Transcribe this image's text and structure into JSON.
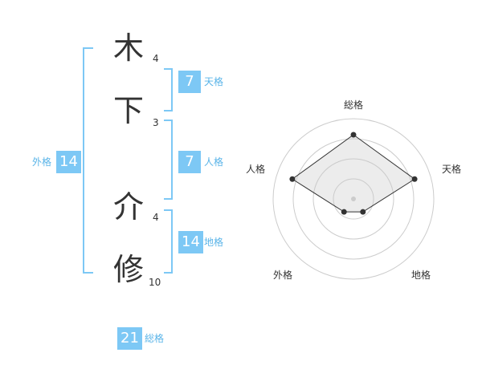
{
  "name": {
    "characters": [
      {
        "char": "木",
        "strokes": "4"
      },
      {
        "char": "下",
        "strokes": "3"
      },
      {
        "char": "介",
        "strokes": "4"
      },
      {
        "char": "修",
        "strokes": "10"
      }
    ]
  },
  "kakusu": {
    "tenkaku": {
      "value": "7",
      "label": "天格"
    },
    "jinkaku": {
      "value": "7",
      "label": "人格"
    },
    "chikaku": {
      "value": "14",
      "label": "地格"
    },
    "gaikaku": {
      "value": "14",
      "label": "外格"
    },
    "soukaku": {
      "value": "21",
      "label": "総格"
    }
  },
  "colors": {
    "accent": "#7dc8f5",
    "label": "#5ab4e8",
    "text": "#333333"
  },
  "chart_data": {
    "type": "radar",
    "axes": [
      "総格",
      "天格",
      "地格",
      "外格",
      "人格"
    ],
    "values": [
      4,
      4,
      1,
      1,
      4
    ],
    "range": [
      0,
      5
    ],
    "rings": 4
  }
}
